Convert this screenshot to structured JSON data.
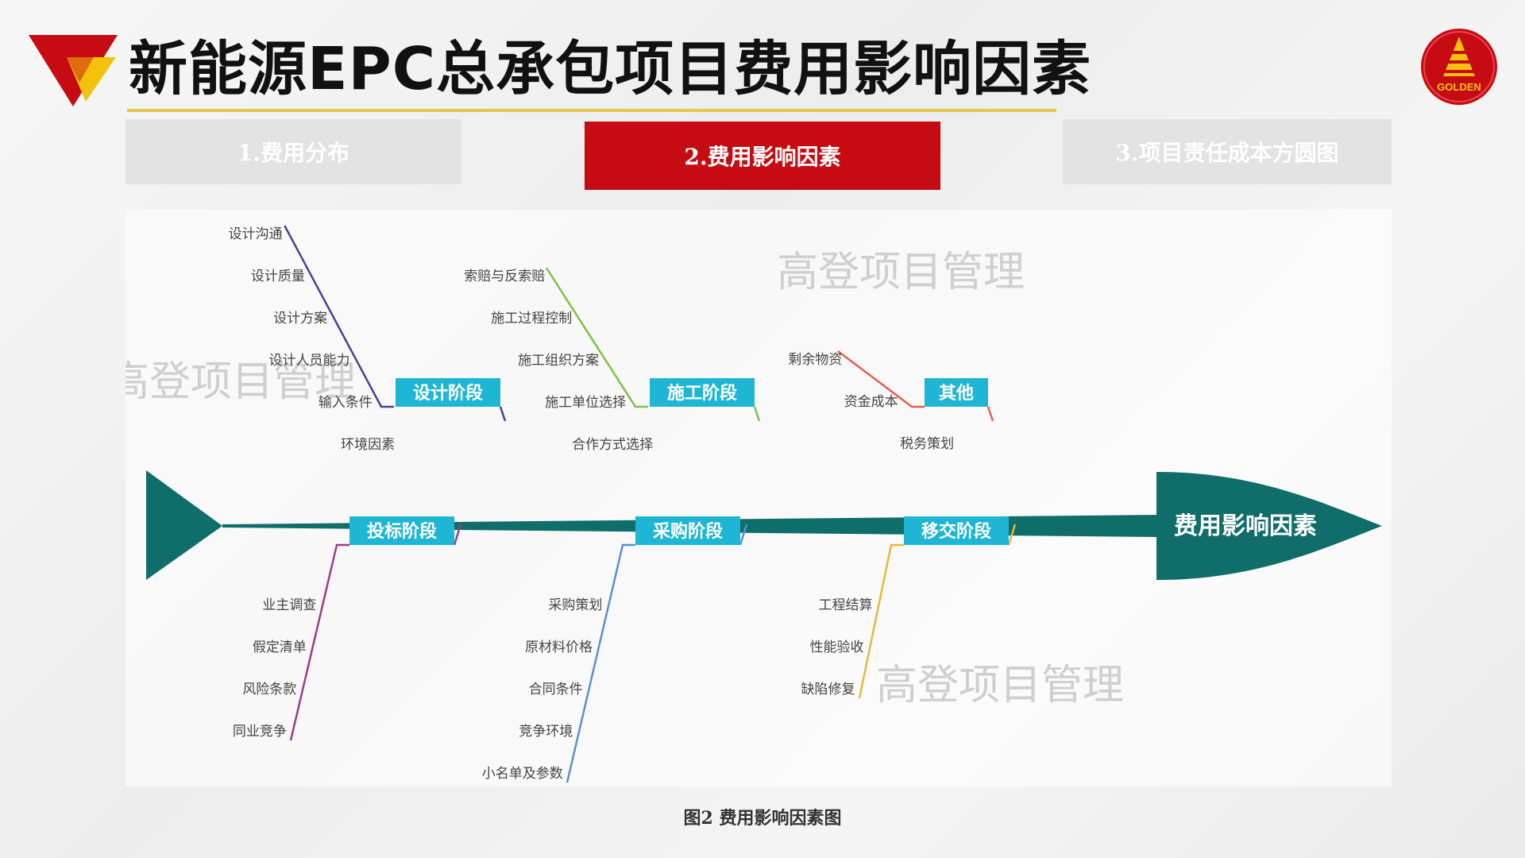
{
  "header": {
    "title": "新能源EPC总承包项目费用影响因素",
    "brand_logo_text": "GOLDEN"
  },
  "tabs": [
    {
      "label": "1.费用分布",
      "active": false
    },
    {
      "label": "2.费用影响因素",
      "active": true
    },
    {
      "label": "3.项目责任成本方圆图",
      "active": false
    }
  ],
  "watermark": "高登项目管理",
  "diagram": {
    "head_label": "费用影响因素",
    "branches": [
      {
        "label": "设计阶段",
        "position": "top",
        "color": "#4b3f9e",
        "items": [
          "设计沟通",
          "设计质量",
          "设计方案",
          "设计人员能力",
          "输入条件",
          "环境因素"
        ]
      },
      {
        "label": "施工阶段",
        "position": "top",
        "color": "#7cc24a",
        "items": [
          "索赔与反索赔",
          "施工过程控制",
          "施工组织方案",
          "施工单位选择",
          "合作方式选择"
        ]
      },
      {
        "label": "其他",
        "position": "top",
        "color": "#e8604c",
        "items": [
          "剩余物资",
          "资金成本",
          "税务策划"
        ]
      },
      {
        "label": "投标阶段",
        "position": "bottom",
        "color": "#9c3d8c",
        "items": [
          "业主调查",
          "假定清单",
          "风险条款",
          "同业竞争"
        ]
      },
      {
        "label": "采购阶段",
        "position": "bottom",
        "color": "#5a8fd8",
        "items": [
          "采购策划",
          "原材料价格",
          "合同条件",
          "竞争环境",
          "小名单及参数"
        ]
      },
      {
        "label": "移交阶段",
        "position": "bottom",
        "color": "#e8b83a",
        "items": [
          "工程结算",
          "性能验收",
          "缺陷修复"
        ]
      }
    ]
  },
  "caption": "图2 费用影响因素图",
  "colors": {
    "accent_red": "#c60c12",
    "spine_teal": "#0f6e6a",
    "tag_cyan": "#1fb6d6",
    "gold": "#e7c64a"
  }
}
